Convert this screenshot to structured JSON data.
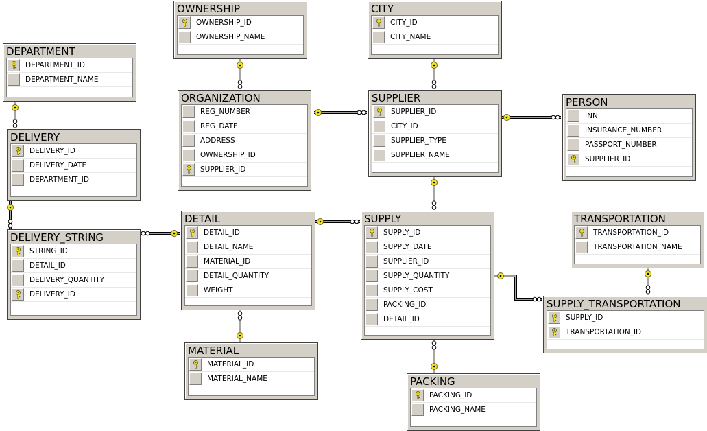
{
  "tables": [
    {
      "id": "ownership",
      "name": "OWNERSHIP",
      "columns": [
        {
          "name": "OWNERSHIP_ID",
          "pk": true
        },
        {
          "name": "OWNERSHIP_NAME",
          "pk": false
        }
      ]
    },
    {
      "id": "city",
      "name": "CITY",
      "columns": [
        {
          "name": "CITY_ID",
          "pk": true
        },
        {
          "name": "CITY_NAME",
          "pk": false
        }
      ]
    },
    {
      "id": "department",
      "name": "DEPARTMENT",
      "columns": [
        {
          "name": "DEPARTMENT_ID",
          "pk": true
        },
        {
          "name": "DEPARTMENT_NAME",
          "pk": false
        }
      ]
    },
    {
      "id": "organization",
      "name": "ORGANIZATION",
      "columns": [
        {
          "name": "REG_NUMBER",
          "pk": false
        },
        {
          "name": "REG_DATE",
          "pk": false
        },
        {
          "name": "ADDRESS",
          "pk": false
        },
        {
          "name": "OWNERSHIP_ID",
          "pk": false
        },
        {
          "name": "SUPPLIER_ID",
          "pk": true
        }
      ]
    },
    {
      "id": "supplier",
      "name": "SUPPLIER",
      "columns": [
        {
          "name": "SUPPLIER_ID",
          "pk": true
        },
        {
          "name": "CITY_ID",
          "pk": false
        },
        {
          "name": "SUPPLIER_TYPE",
          "pk": false
        },
        {
          "name": "SUPPLIER_NAME",
          "pk": false
        }
      ]
    },
    {
      "id": "person",
      "name": "PERSON",
      "columns": [
        {
          "name": "INN",
          "pk": false
        },
        {
          "name": "INSURANCE_NUMBER",
          "pk": false
        },
        {
          "name": "PASSPORT_NUMBER",
          "pk": false
        },
        {
          "name": "SUPPLIER_ID",
          "pk": true
        }
      ]
    },
    {
      "id": "delivery",
      "name": "DELIVERY",
      "columns": [
        {
          "name": "DELIVERY_ID",
          "pk": true
        },
        {
          "name": "DELIVERY_DATE",
          "pk": false
        },
        {
          "name": "DEPARTMENT_ID",
          "pk": false
        }
      ]
    },
    {
      "id": "detail",
      "name": "DETAIL",
      "columns": [
        {
          "name": "DETAIL_ID",
          "pk": true
        },
        {
          "name": "DETAIL_NAME",
          "pk": false
        },
        {
          "name": "MATERIAL_ID",
          "pk": false
        },
        {
          "name": "DETAIL_QUANTITY",
          "pk": false
        },
        {
          "name": "WEIGHT",
          "pk": false
        }
      ]
    },
    {
      "id": "supply",
      "name": "SUPPLY",
      "columns": [
        {
          "name": "SUPPLY_ID",
          "pk": true
        },
        {
          "name": "SUPPLY_DATE",
          "pk": false
        },
        {
          "name": "SUPPLIER_ID",
          "pk": false
        },
        {
          "name": "SUPPLY_QUANTITY",
          "pk": false
        },
        {
          "name": "SUPPLY_COST",
          "pk": false
        },
        {
          "name": "PACKING_ID",
          "pk": false
        },
        {
          "name": "DETAIL_ID",
          "pk": false
        }
      ]
    },
    {
      "id": "transportation",
      "name": "TRANSPORTATION",
      "columns": [
        {
          "name": "TRANSPORTATION_ID",
          "pk": true
        },
        {
          "name": "TRANSPORTATION_NAME",
          "pk": false
        }
      ]
    },
    {
      "id": "delivery_string",
      "name": "DELIVERY_STRING",
      "columns": [
        {
          "name": "STRING_ID",
          "pk": true
        },
        {
          "name": "DETAIL_ID",
          "pk": false
        },
        {
          "name": "DELIVERY_QUANTITY",
          "pk": false
        },
        {
          "name": "DELIVERY_ID",
          "pk": true
        }
      ]
    },
    {
      "id": "supply_transportation",
      "name": "SUPPLY_TRANSPORTATION",
      "columns": [
        {
          "name": "SUPPLY_ID",
          "pk": true
        },
        {
          "name": "TRANSPORTATION_ID",
          "pk": true
        }
      ]
    },
    {
      "id": "material",
      "name": "MATERIAL",
      "columns": [
        {
          "name": "MATERIAL_ID",
          "pk": true
        },
        {
          "name": "MATERIAL_NAME",
          "pk": false
        }
      ]
    },
    {
      "id": "packing",
      "name": "PACKING",
      "columns": [
        {
          "name": "PACKING_ID",
          "pk": true
        },
        {
          "name": "PACKING_NAME",
          "pk": false
        }
      ]
    }
  ],
  "relationships": [
    {
      "one": "ownership",
      "many": "organization"
    },
    {
      "one": "city",
      "many": "supplier"
    },
    {
      "one": "supplier",
      "many": "organization"
    },
    {
      "one": "supplier",
      "many": "person"
    },
    {
      "one": "department",
      "many": "delivery"
    },
    {
      "one": "delivery",
      "many": "delivery_string"
    },
    {
      "one": "detail",
      "many": "delivery_string"
    },
    {
      "one": "supplier",
      "many": "supply"
    },
    {
      "one": "detail",
      "many": "supply"
    },
    {
      "one": "material",
      "many": "detail"
    },
    {
      "one": "packing",
      "many": "supply"
    },
    {
      "one": "supply",
      "many": "supply_transportation"
    },
    {
      "one": "transportation",
      "many": "supply_transportation"
    }
  ],
  "colors": {
    "key": "#f2e52a",
    "key_outline": "#6e6620",
    "line": "#000000"
  }
}
